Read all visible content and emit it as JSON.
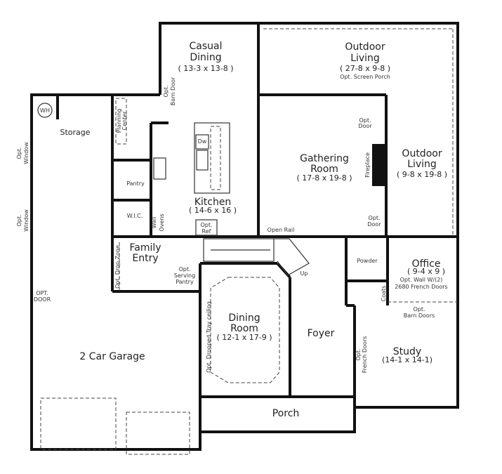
{
  "rooms": {
    "casual_dining": {
      "name1": "Casual",
      "name2": "Dining",
      "dims": "( 13-3 x 13-8 )"
    },
    "outdoor_living_top": {
      "name1": "Outdoor",
      "name2": "Living",
      "dims": "( 27-8 x 9-8 )",
      "note": "Opt. Screen Porch"
    },
    "gathering_room": {
      "name1": "Gathering",
      "name2": "Room",
      "dims": "( 17-8 x 19-8 )"
    },
    "outdoor_living_right": {
      "name1": "Outdoor",
      "name2": "Living",
      "dims": "( 9-8 x 19-8 )"
    },
    "kitchen": {
      "name": "Kitchen",
      "dims": "( 14-6 x 16 )"
    },
    "storage": {
      "name": "Storage"
    },
    "family_entry": {
      "name1": "Family",
      "name2": "Entry"
    },
    "dining_room": {
      "name1": "Dining",
      "name2": "Room",
      "dims": "( 12-1 x 17-9 )"
    },
    "foyer": {
      "name": "Foyer"
    },
    "office": {
      "name": "Office",
      "dims": "( 9-4 x 9 )",
      "note1": "Opt. Wall W/(2)",
      "note2": "2680 French Doors"
    },
    "study": {
      "name": "Study",
      "dims": "(14-1 x 14-1)"
    },
    "garage": {
      "name": "2 Car Garage"
    },
    "porch": {
      "name": "Porch"
    },
    "powder": {
      "name": "Powder"
    }
  },
  "labels": {
    "wh": "WH",
    "planning1": "Planning",
    "planning2": "Center",
    "pantry": "Pantry",
    "wic": "W.I.C.",
    "wall_ovens1": "Wall",
    "wall_ovens2": "Ovens",
    "dw": "Dw",
    "opt_ref1": "Opt.",
    "opt_ref2": "Ref",
    "barn_door1": "Opt.",
    "barn_door2": "Barn Door",
    "opt_window1a": "Opt.",
    "opt_window1b": "Window",
    "opt_window2a": "Opt.",
    "opt_window2b": "Window",
    "opt_door_garage1": "OPT.",
    "opt_door_garage2": "DOOR",
    "drop_zone": "Opt. Drop Zone",
    "serving1": "Opt.",
    "serving2": "Serving",
    "serving3": "Pantry",
    "open_rail": "Open Rail",
    "up": "Up",
    "tray": "Opt. Dropped Tray ceiling",
    "opt_door_top1": "Opt.",
    "opt_door_top2": "Door",
    "opt_door_bot1": "Opt.",
    "opt_door_bot2": "Door",
    "fireplace": "Fireplace",
    "coats": "Coats",
    "barn_doors1": "Opt.",
    "barn_doors2": "Barn Doors",
    "french1": "Opt.",
    "french2": "French Doors"
  }
}
